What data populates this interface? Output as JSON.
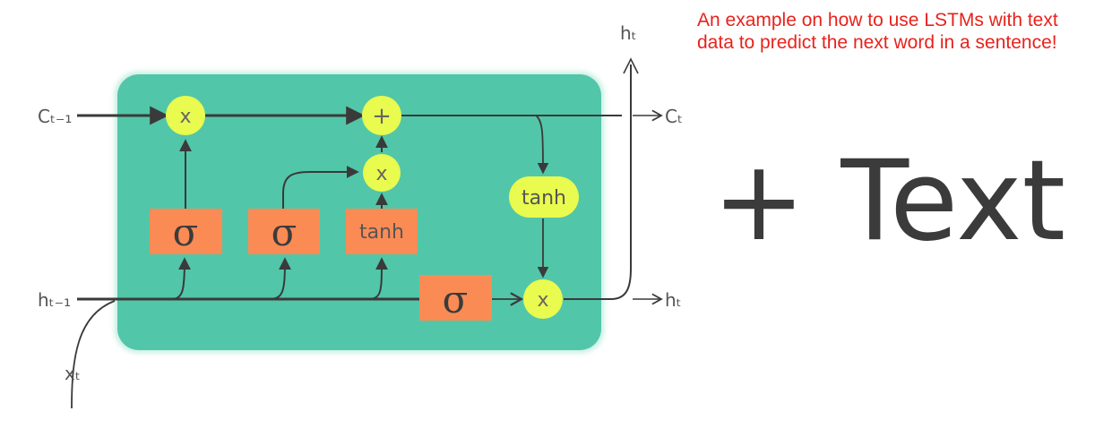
{
  "caption": "An example on how to use LSTMs with text data to predict the next word in a sentence!",
  "big_text": "+ Text",
  "diagram": {
    "inputs": {
      "c_prev": "Cₜ₋₁",
      "h_prev": "hₜ₋₁",
      "x": "xₜ"
    },
    "outputs": {
      "c_out": "Cₜ",
      "h_out": "hₜ",
      "h_top": "hₜ"
    },
    "ops": {
      "forget_mult": "x",
      "cell_add": "+",
      "input_mult": "x",
      "output_mult": "x"
    },
    "gates": {
      "forget": "σ",
      "input": "σ",
      "candidate": "tanh",
      "output": "σ"
    },
    "cell_tanh": "tanh",
    "colors": {
      "cell_fill": "#52c6a8",
      "gate_fill": "#fb8b54",
      "op_fill": "#e9fb4e",
      "line": "#3a3a3a",
      "caption": "#e8221b"
    }
  }
}
